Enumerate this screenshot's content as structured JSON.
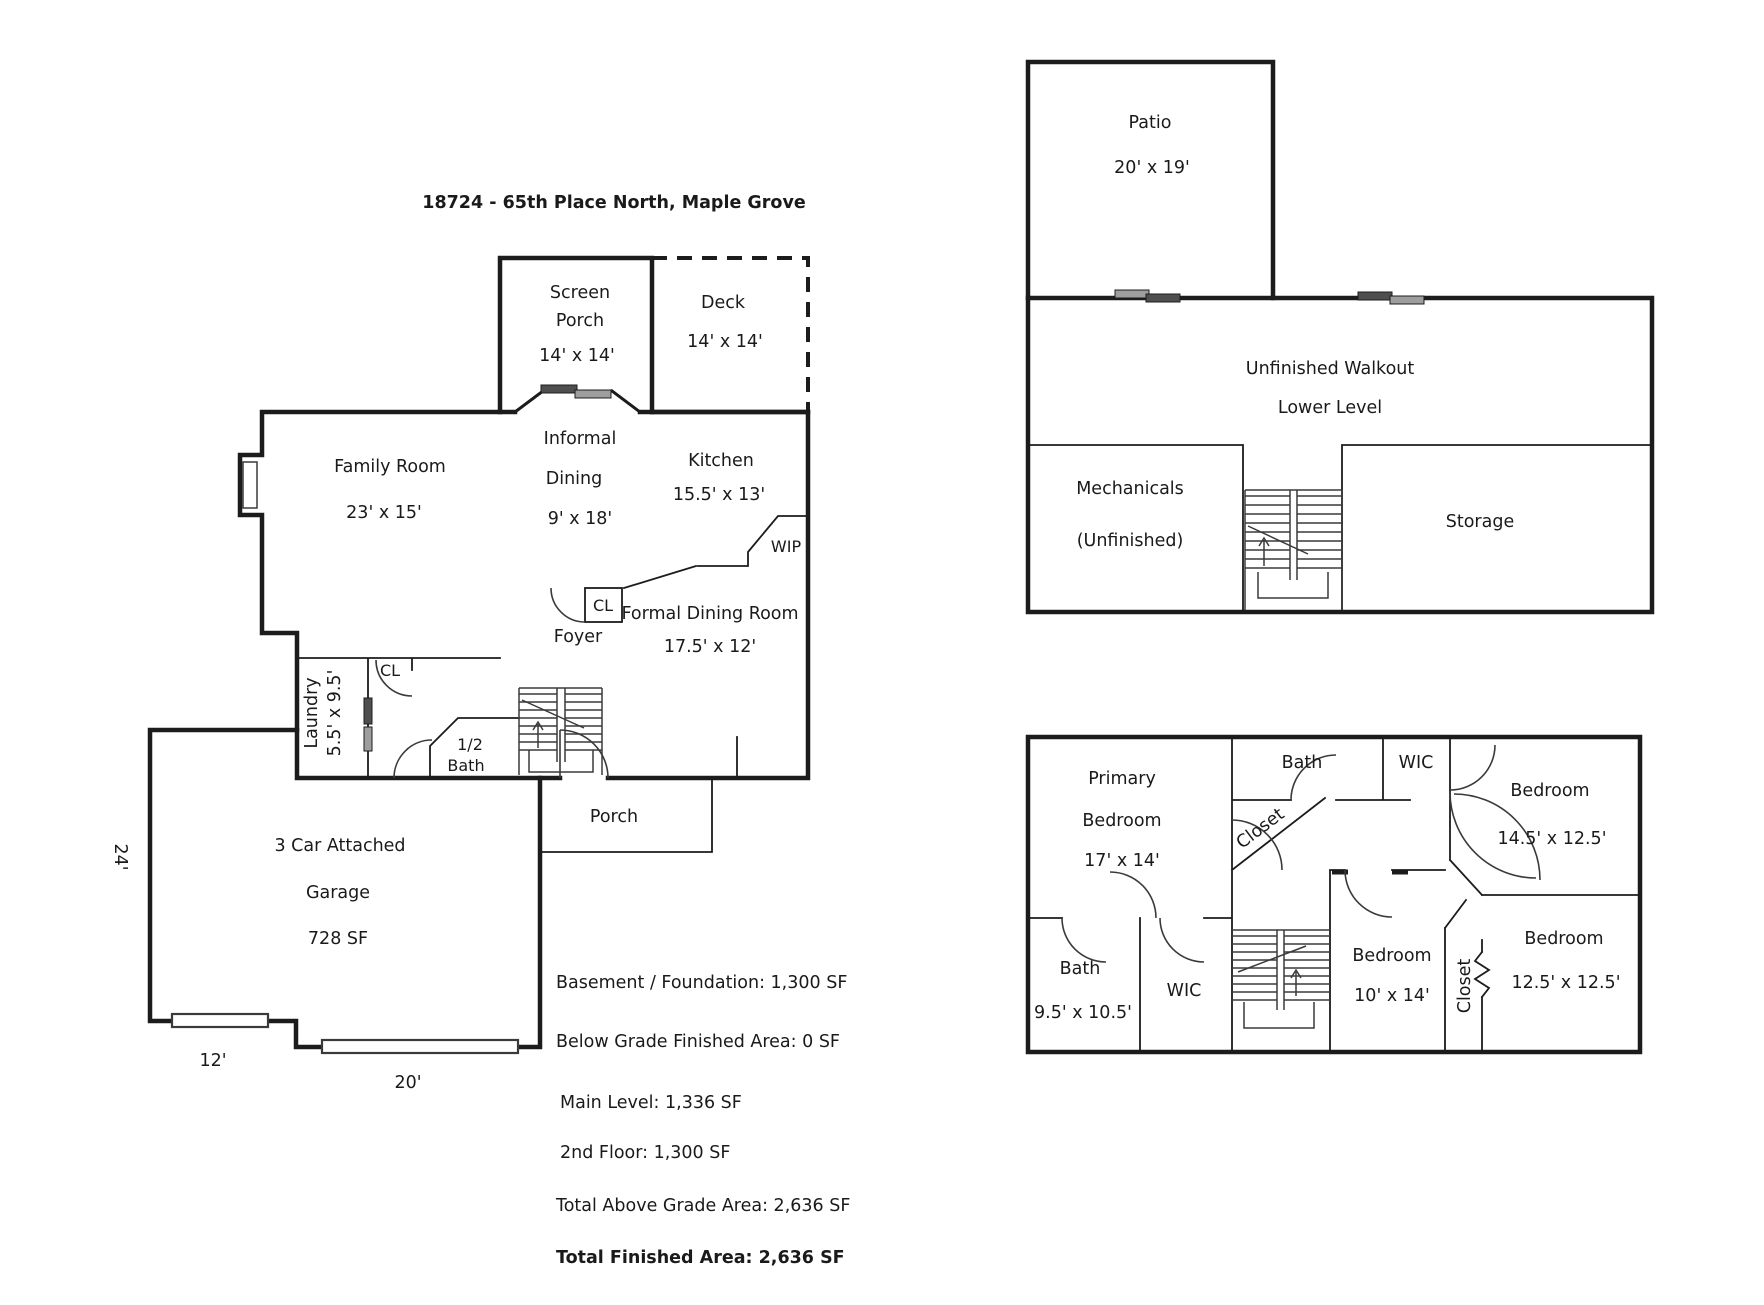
{
  "title": "18724 - 65th Place North, Maple Grove",
  "colors": {
    "wall": "#1c1c1c",
    "text": "#1a1a1a",
    "door_dark": "#4f4f4f",
    "door_light": "#9e9e9e",
    "background": "#ffffff"
  },
  "main_level": {
    "screen_porch": {
      "line1": "Screen",
      "line2": "Porch",
      "dims": "14' x 14'"
    },
    "deck": {
      "label": "Deck",
      "dims": "14' x 14'"
    },
    "family_room": {
      "label": "Family Room",
      "dims": "23' x 15'"
    },
    "informal_dining": {
      "line1": "Informal",
      "line2": "Dining",
      "dims": "9' x 18'"
    },
    "kitchen": {
      "label": "Kitchen",
      "dims": "15.5' x 13'"
    },
    "pantry": {
      "label": "WIP"
    },
    "formal_dining": {
      "label": "Formal Dining Room",
      "dims": "17.5' x 12'"
    },
    "foyer": {
      "label": "Foyer"
    },
    "foyer_closet": {
      "label": "CL"
    },
    "hall_closet": {
      "label": "CL"
    },
    "laundry": {
      "label": "Laundry",
      "dims": "5.5' x 9.5'"
    },
    "half_bath": {
      "line1": "1/2",
      "line2": "Bath"
    },
    "front_porch": {
      "label": "Porch"
    },
    "garage": {
      "line1": "3 Car Attached",
      "line2": "Garage",
      "line3": "728 SF",
      "depth": "24'",
      "door1": "12'",
      "door2": "20'"
    }
  },
  "lower_level": {
    "patio": {
      "label": "Patio",
      "dims": "20' x 19'"
    },
    "walkout": {
      "line1": "Unfinished Walkout",
      "line2": "Lower Level"
    },
    "mechanicals": {
      "line1": "Mechanicals",
      "line2": "(Unfinished)"
    },
    "storage": {
      "label": "Storage"
    }
  },
  "second_floor": {
    "primary_bedroom": {
      "line1": "Primary",
      "line2": "Bedroom",
      "dims": "17' x 14'"
    },
    "bath_top": {
      "label": "Bath"
    },
    "wic_top": {
      "label": "WIC"
    },
    "bedroom_ne": {
      "label": "Bedroom",
      "dims": "14.5' x 12.5'"
    },
    "closet_hall": {
      "label": "Closet"
    },
    "bath_lower": {
      "label": "Bath",
      "dims": "9.5' x 10.5'"
    },
    "wic_lower": {
      "label": "WIC"
    },
    "bedroom_mid": {
      "label": "Bedroom",
      "dims": "10' x 14'"
    },
    "closet_se": {
      "label": "Closet"
    },
    "bedroom_se": {
      "label": "Bedroom",
      "dims": "12.5' x 12.5'"
    }
  },
  "summary": {
    "basement": "Basement / Foundation: 1,300 SF",
    "below_grade": "Below Grade Finished Area: 0 SF",
    "main": "Main Level: 1,336 SF",
    "second": "2nd Floor: 1,300 SF",
    "total_above": "Total Above Grade Area: 2,636 SF",
    "total_finished": "Total Finished Area: 2,636 SF"
  }
}
